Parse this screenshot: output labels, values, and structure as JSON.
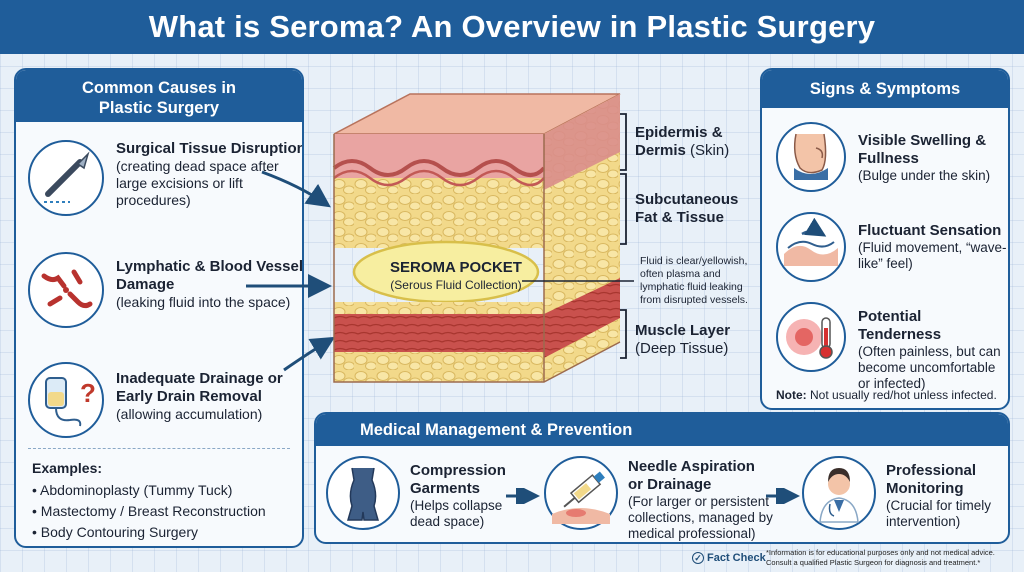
{
  "title": "What is Seroma? An Overview in Plastic Surgery",
  "causes": {
    "heading": "Common Causes in Plastic Surgery",
    "items": [
      {
        "title": "Surgical Tissue Disruption",
        "desc": "(creating dead space after large excisions or lift procedures)",
        "icon": "scalpel-icon"
      },
      {
        "title": "Lymphatic & Blood Vessel Damage",
        "desc": "(leaking fluid into the space)",
        "icon": "damaged-vessel-icon"
      },
      {
        "title": "Inadequate Drainage or Early Drain Removal",
        "desc": "(allowing accumulation)",
        "icon": "drain-bag-icon"
      }
    ],
    "examples_label": "Examples:",
    "examples": [
      "Abdominoplasty (Tummy Tuck)",
      "Mastectomy / Breast Reconstruction",
      "Body Contouring Surgery"
    ]
  },
  "diagram": {
    "layers": [
      {
        "bold": "Epidermis & Dermis",
        "normal": "(Skin)"
      },
      {
        "bold": "Subcutaneous Fat & Tissue",
        "normal": ""
      },
      {
        "bold": "Muscle Layer",
        "normal": "(Deep Tissue)"
      }
    ],
    "pocket_title": "SEROMA POCKET",
    "pocket_sub": "(Serous Fluid Collection)",
    "fluid_note": "Fluid is clear/yellowish, often plasma and lymphatic fluid leaking from disrupted vessels."
  },
  "symptoms": {
    "heading": "Signs & Symptoms",
    "items": [
      {
        "title": "Visible Swelling & Fullness",
        "desc": "(Bulge under the skin)",
        "icon": "swollen-abdomen-icon"
      },
      {
        "title": "Fluctuant Sensation",
        "desc": "(Fluid movement, “wave-like” feel)",
        "icon": "wave-icon"
      },
      {
        "title": "Potential Tenderness",
        "desc": "(Often painless, but can become uncomfortable or infected)",
        "icon": "thermometer-icon"
      }
    ],
    "note_label": "Note:",
    "note": "Not usually red/hot unless infected."
  },
  "management": {
    "heading": "Medical Management & Prevention",
    "items": [
      {
        "title": "Compression Garments",
        "desc": "(Helps collapse dead space)",
        "icon": "compression-garment-icon"
      },
      {
        "title": "Needle Aspiration or Drainage",
        "desc": "(For larger or persistent collections, managed by medical professional)",
        "icon": "syringe-icon"
      },
      {
        "title": "Professional Monitoring",
        "desc": "(Crucial for timely intervention)",
        "icon": "doctor-icon"
      }
    ]
  },
  "footer": {
    "fact_check": "Fact Check",
    "disclaimer_1": "*Information is for educational purposes only and not medical advice.",
    "disclaimer_2": "Consult a qualified Plastic Surgeon for diagnosis and treatment.*"
  },
  "colors": {
    "primary": "#1f5d9a",
    "skin": "#e9a4a2",
    "fat": "#f2d98a",
    "muscle": "#c9514d",
    "pocket": "#f7eea0"
  }
}
